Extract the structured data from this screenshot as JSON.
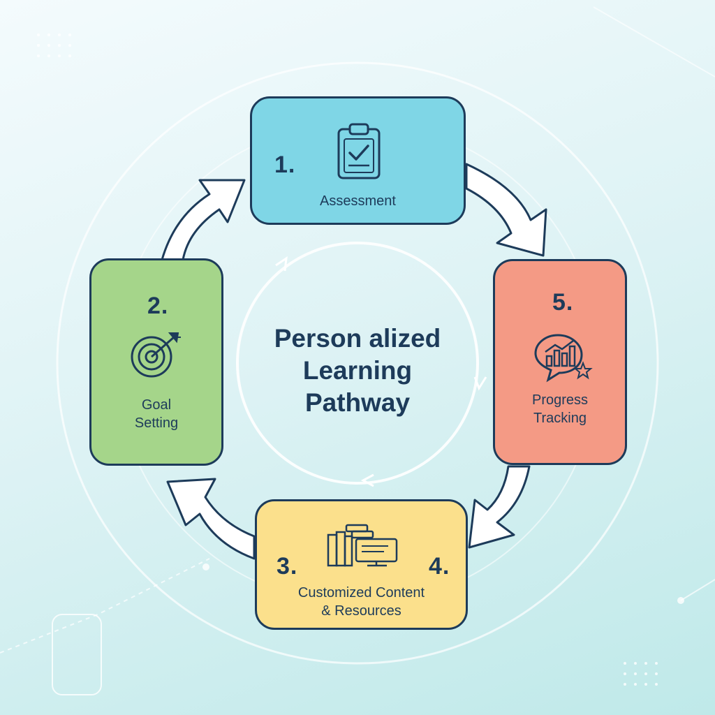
{
  "title": "Person alized\nLearning\nPathway",
  "steps": [
    {
      "number": "1.",
      "label": "Assessment",
      "icon": "clipboard-check-icon",
      "color": "#7fd6e6"
    },
    {
      "number": "2.",
      "label": "Goal\nSetting",
      "icon": "target-arrow-icon",
      "color": "#a5d58a"
    },
    {
      "number": "3.",
      "label": "Customized Content\n& Resources",
      "icon": "books-monitor-icon",
      "color": "#fbe08c"
    },
    {
      "number": "4.",
      "label": "",
      "icon": "",
      "color": "#fbe08c"
    },
    {
      "number": "5.",
      "label": "Progress\nTracking",
      "icon": "chart-bubble-star-icon",
      "color": "#f49a85"
    }
  ],
  "colors": {
    "outline": "#1d3b5a",
    "arrow": "#ffffff"
  }
}
